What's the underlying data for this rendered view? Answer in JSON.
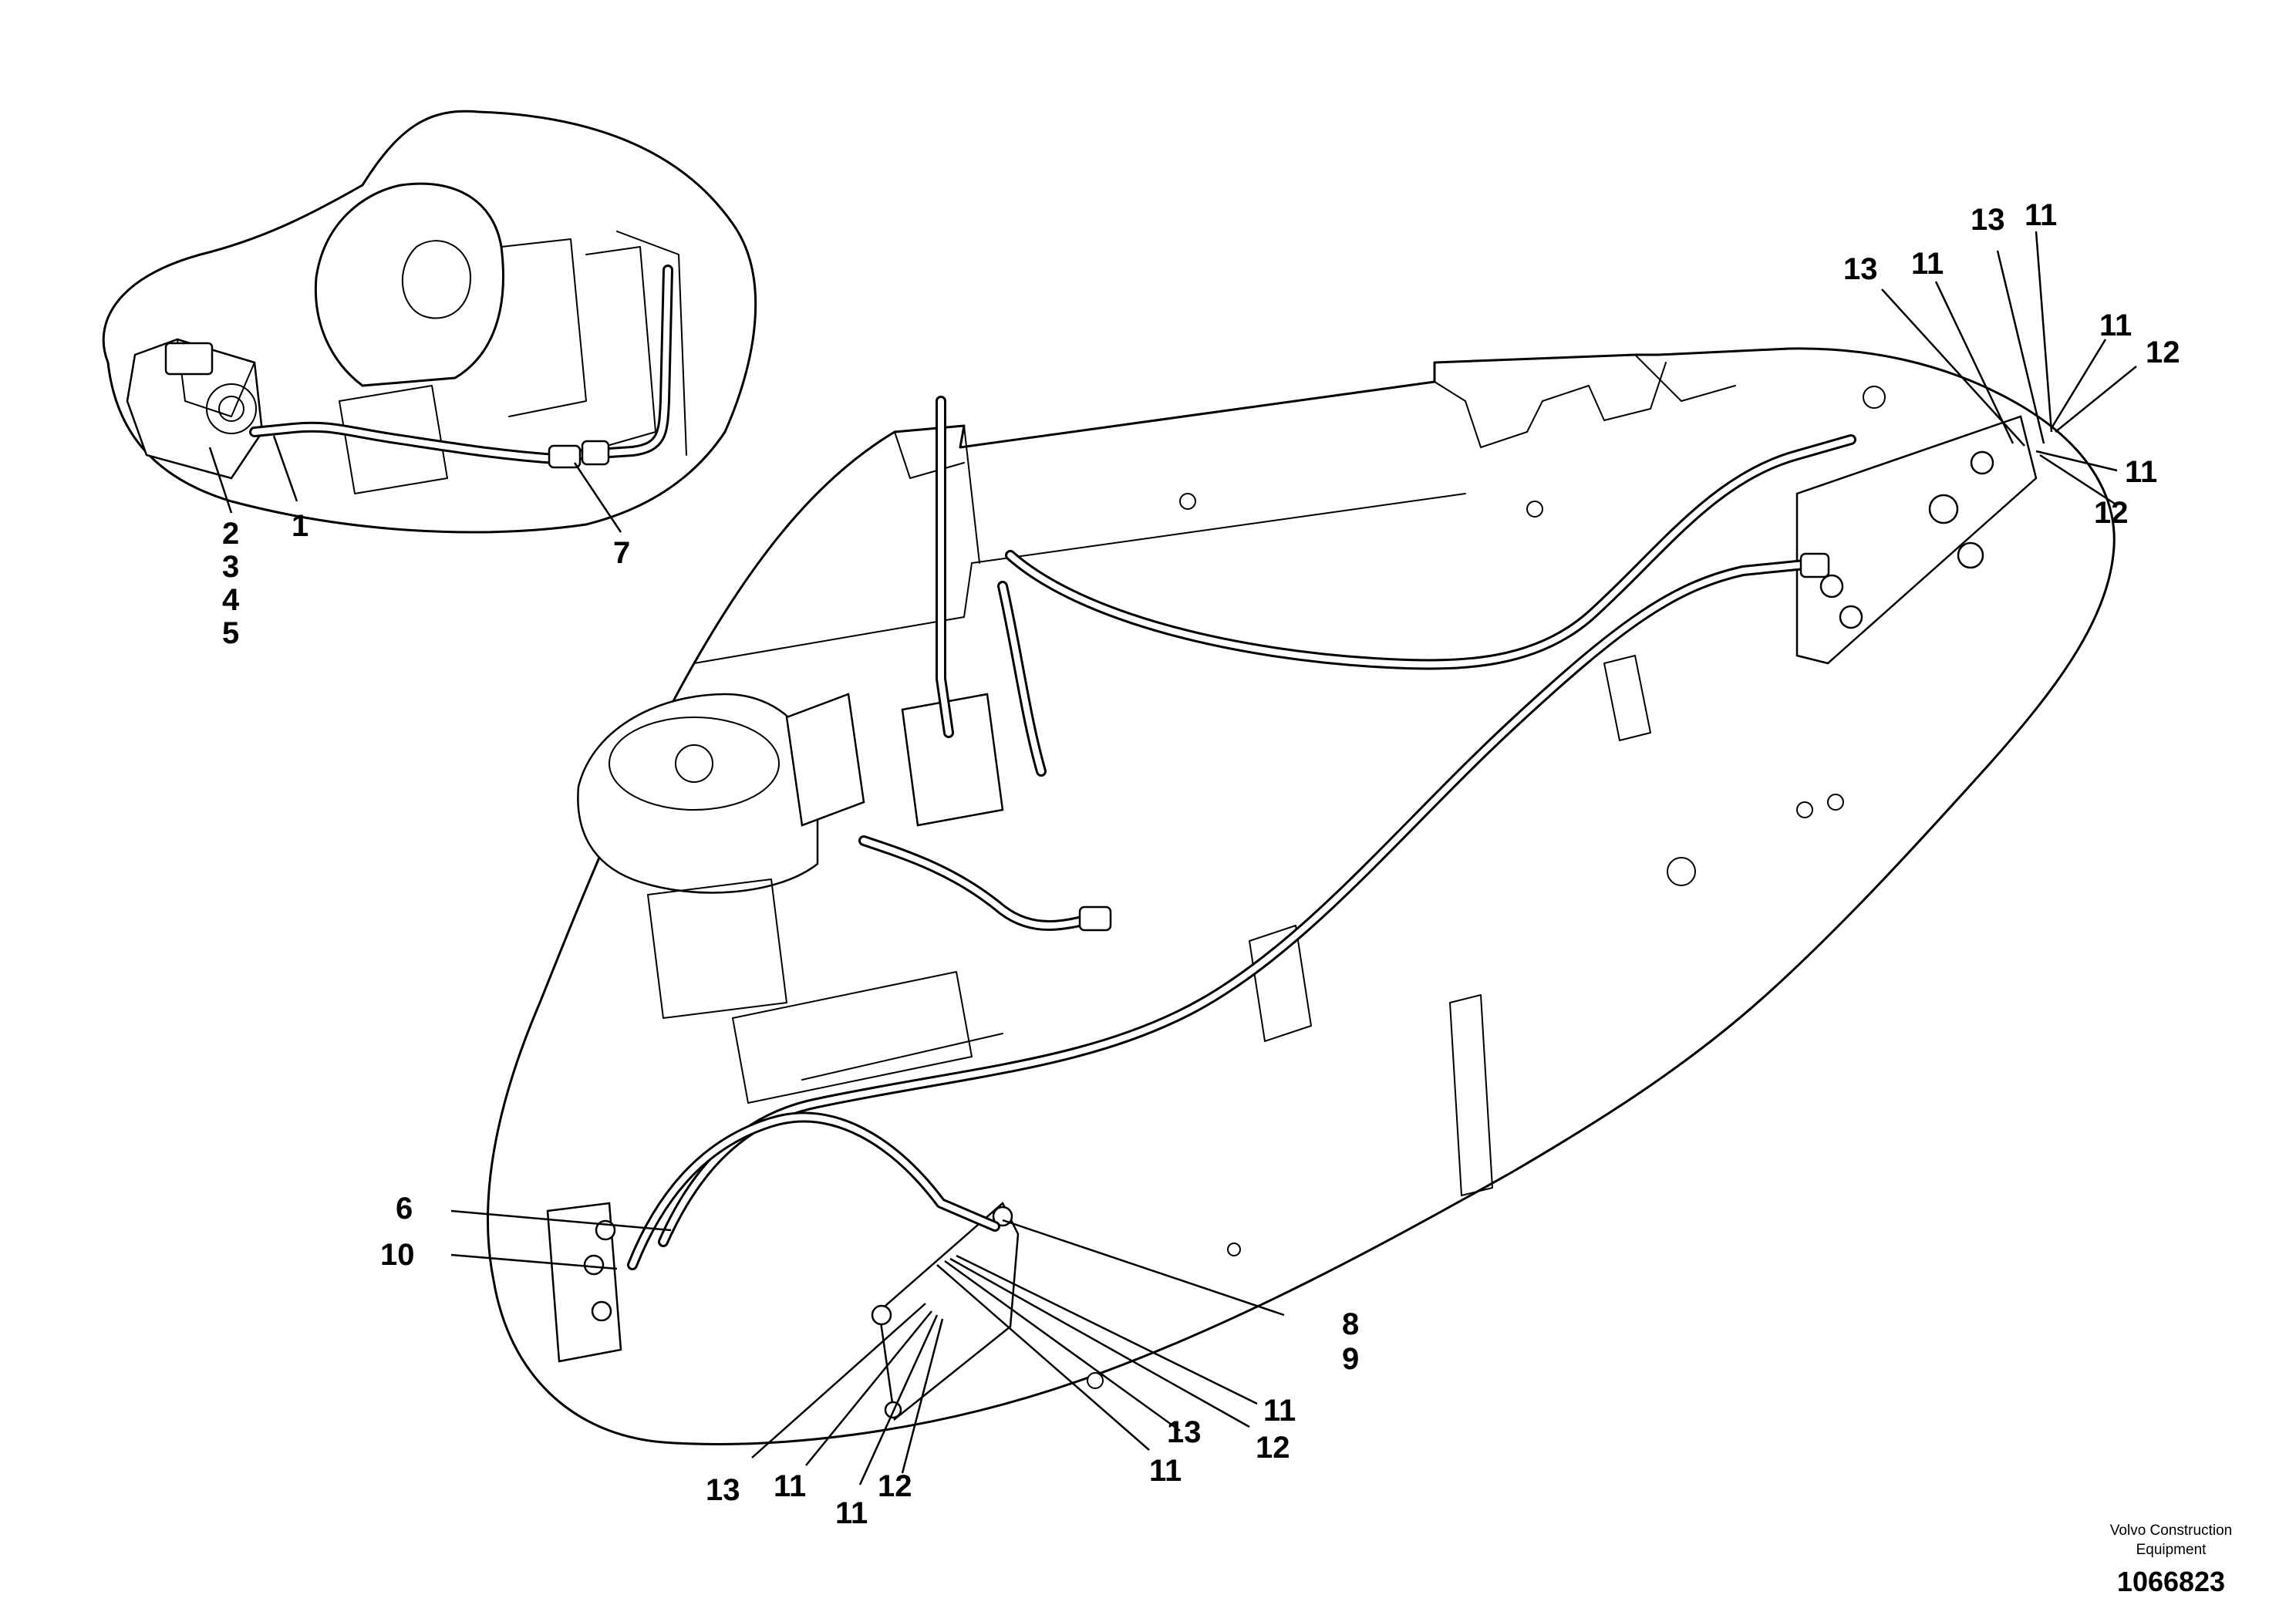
{
  "credit": {
    "line1": "Volvo Construction",
    "line2": "Equipment"
  },
  "document_number": "1066823",
  "callouts": {
    "c1": "1",
    "c2": "2",
    "c3": "3",
    "c4": "4",
    "c5": "5",
    "c6": "6",
    "c7": "7",
    "c8": "8",
    "c9": "9",
    "c10": "10",
    "r_13a": "13",
    "r_11a": "11",
    "r_13b": "13",
    "r_11b": "11",
    "r_11c": "11",
    "r_12a": "12",
    "r_11d": "11",
    "r_12b": "12",
    "b_11a": "11",
    "b_13a": "13",
    "b_12a": "12",
    "b_11b": "11",
    "b_13b": "13",
    "b_11c": "11",
    "b_11d": "11",
    "b_12b": "12"
  }
}
